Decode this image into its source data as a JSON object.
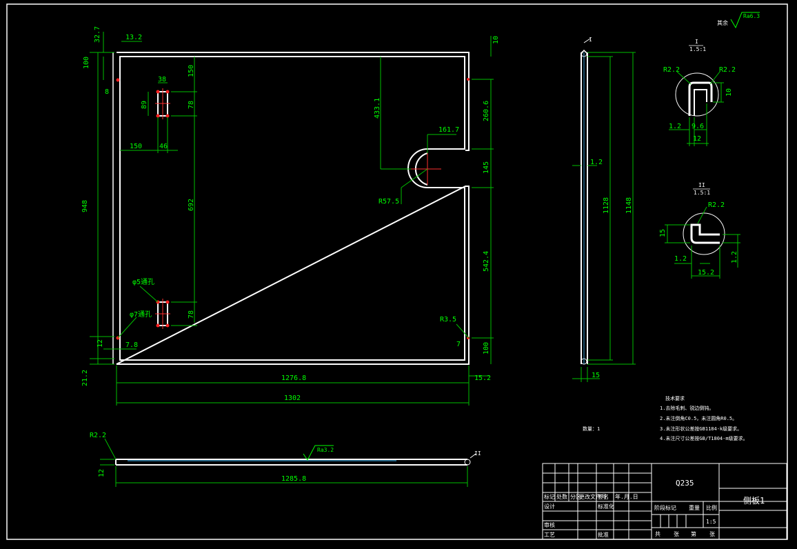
{
  "drawing": {
    "title": "侧板1",
    "material": "Q235",
    "scale": "1:5",
    "quantity_label": "数量：1",
    "roughness_top": "Ra6.3",
    "roughness_top_prefix": "其余",
    "roughness_bottom": "Ra3.2"
  },
  "front_view": {
    "dims": {
      "top_left_32_7": "32.7",
      "top_13_2": "13.2",
      "left_100": "100",
      "left_8": "8",
      "slot_38": "38",
      "slot_89": "89",
      "slot_78_top": "78",
      "height_150": "150",
      "offset_150": "150",
      "offset_46": "46",
      "height_948": "948",
      "height_692": "692",
      "hole_phi5": "φ5通孔",
      "hole_phi7": "φ7通孔",
      "slot_78_bottom": "78",
      "bottom_12": "12",
      "bottom_7_8": "7.8",
      "bottom_21_2": "21.2",
      "right_10": "10",
      "notch_433_1": "433.1",
      "notch_161_7": "161.7",
      "right_260_6": "260.6",
      "right_145": "145",
      "radius_57_5": "R57.5",
      "right_542_4": "542.4",
      "radius_3_5": "R3.5",
      "right_7": "7",
      "right_100": "100",
      "width_1276_8": "1276.8",
      "right_15_2": "15.2",
      "width_1302": "1302"
    }
  },
  "side_view": {
    "label_i": "I",
    "dims": {
      "thick_1_2": "1.2",
      "height_1128": "1128",
      "height_1148": "1148",
      "bottom_15": "15"
    }
  },
  "detail_i": {
    "label": "I",
    "scale": "1.5:1",
    "dims": {
      "r_left": "R2.2",
      "r_right": "R2.2",
      "d10": "10",
      "d1_2": "1.2",
      "d9_6": "9.6",
      "d12": "12"
    }
  },
  "detail_ii": {
    "label": "II",
    "scale": "1.5:1",
    "dims": {
      "r": "R2.2",
      "d15": "15",
      "d1_2a": "1.2",
      "d1_2b": "1.2",
      "d15_2": "15.2"
    }
  },
  "bottom_view": {
    "label_ii": "II",
    "dims": {
      "r": "R2.2",
      "d12": "12",
      "length": "1285.8"
    }
  },
  "tech_notes": {
    "title": "技术要求",
    "items": [
      "1.去除毛刺、锐边倒钝。",
      "2.未注倒角C0.5，未注圆角R0.5。",
      "3.未注形状公差按GB1184-k级要求。",
      "4.未注尺寸公差按GB/T1804-m级要求。"
    ]
  },
  "title_block": {
    "labels": {
      "mark": "标记",
      "count": "处数",
      "zone": "分区",
      "change_doc": "更改文件号",
      "sign": "签名",
      "date": "年.月.日",
      "design": "设计",
      "standard": "标准化",
      "review": "审核",
      "process": "工艺",
      "approve": "批准",
      "stage_mark": "阶段标记",
      "weight": "重量",
      "scale": "比例",
      "total": "共",
      "sheet_word": "张",
      "page": "第",
      "page_word": "张"
    }
  }
}
